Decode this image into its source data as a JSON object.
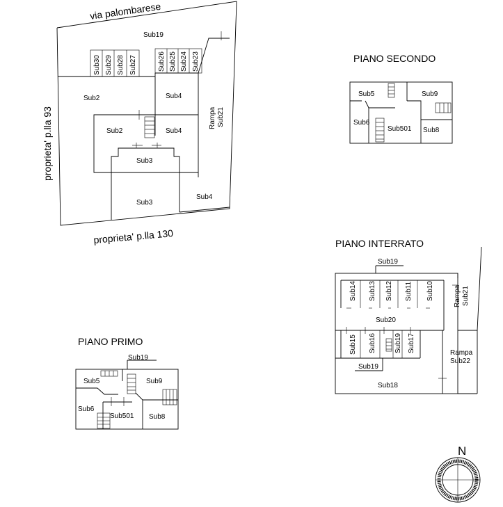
{
  "site_plan": {
    "street_top": "via palombarese",
    "street_bottom": "proprieta' p.lla 130",
    "street_left": "proprieta' p.lla 93",
    "units": {
      "sub19": "Sub19",
      "sub30": "Sub30",
      "sub29": "Sub29",
      "sub28": "Sub28",
      "sub27": "Sub27",
      "sub26": "Sub26",
      "sub25": "Sub25",
      "sub24": "Sub24",
      "sub23": "Sub23",
      "sub2_upper": "Sub2",
      "sub4_upper": "Sub4",
      "sub2_mid": "Sub2",
      "sub4_mid": "Sub4",
      "sub3_mid": "Sub3",
      "sub3_low": "Sub3",
      "sub4_low": "Sub4",
      "rampa": "Rampa",
      "sub21": "Sub21"
    }
  },
  "piano_secondo": {
    "title": "PIANO SECONDO",
    "units": {
      "sub5": "Sub5",
      "sub9": "Sub9",
      "sub6": "Sub6",
      "sub501": "Sub501",
      "sub8": "Sub8"
    }
  },
  "piano_interrato": {
    "title": "PIANO INTERRATO",
    "units": {
      "sub19_top": "Sub19",
      "sub14": "Sub14",
      "sub13": "Sub13",
      "sub12": "Sub12",
      "sub11": "Sub11",
      "sub10": "Sub10",
      "rampa21": "Rampa",
      "sub21": "Sub21",
      "sub20": "Sub20",
      "sub15": "Sub15",
      "sub16": "Sub16",
      "sub19_mid": "Sub19",
      "sub17": "Sub17",
      "sub19_low": "Sub19",
      "rampa22": "Rampa",
      "sub22": "Sub22",
      "sub18": "Sub18"
    }
  },
  "piano_primo": {
    "title": "PIANO PRIMO",
    "units": {
      "sub19": "Sub19",
      "sub5": "Sub5",
      "sub9": "Sub9",
      "sub6": "Sub6",
      "sub501": "Sub501",
      "sub8": "Sub8"
    }
  },
  "compass": {
    "north_label": "N"
  },
  "footer": {
    "note": ""
  }
}
